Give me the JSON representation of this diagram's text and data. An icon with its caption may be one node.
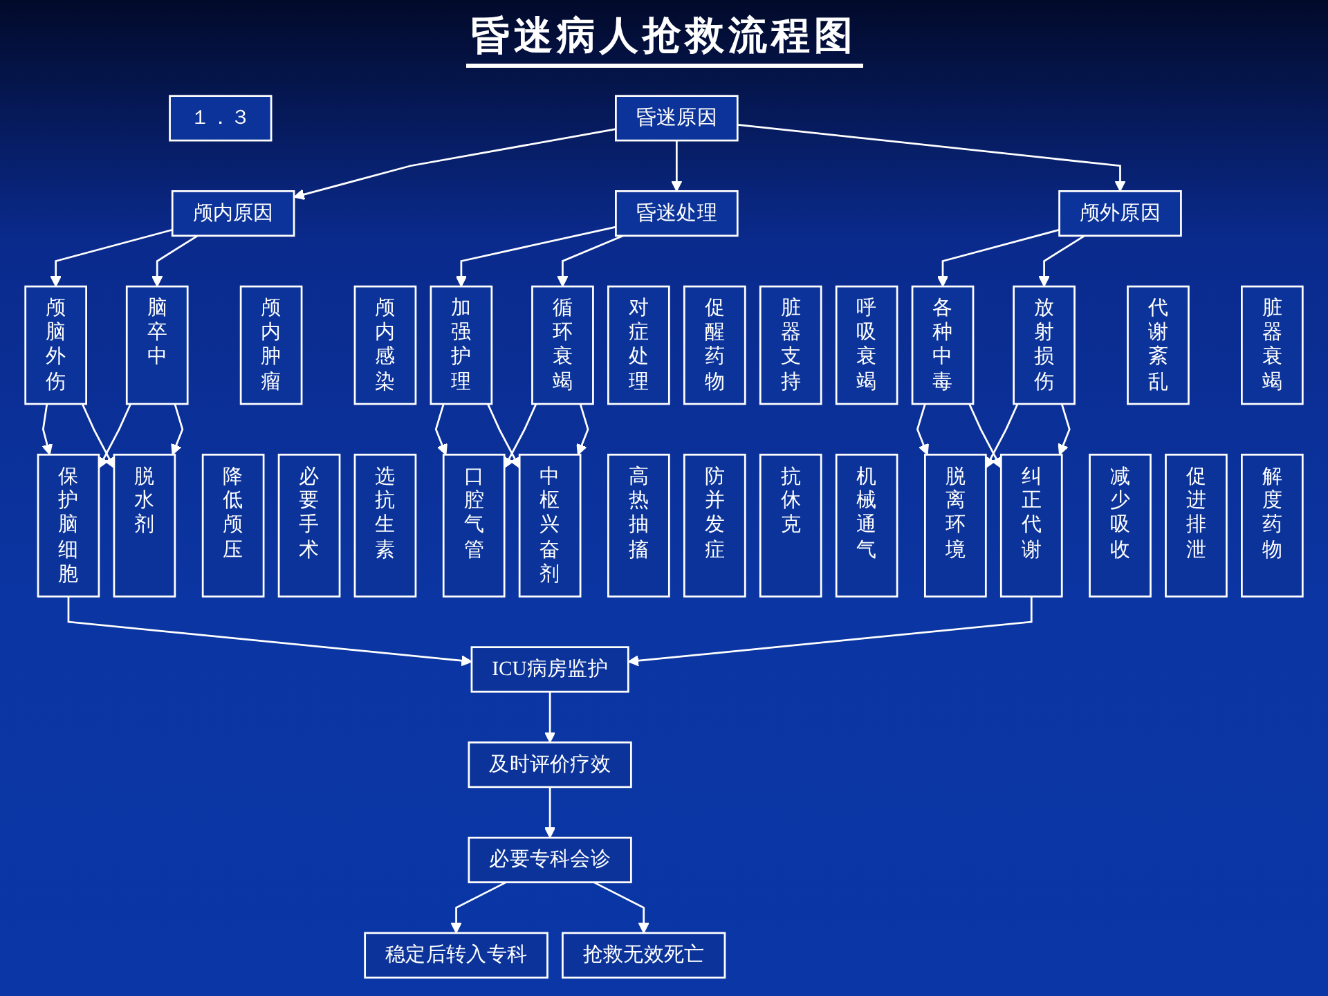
{
  "diagram": {
    "title": "昏迷病人抢救流程图",
    "nodes": [
      {
        "text": [
          "１．３"
        ]
      },
      {
        "text": [
          "昏迷原因"
        ]
      },
      {
        "text": [
          "颅内原因"
        ]
      },
      {
        "text": [
          "昏迷处理"
        ]
      },
      {
        "text": [
          "颅外原因"
        ]
      },
      {
        "text": [
          "颅脑外伤"
        ]
      },
      {
        "text": [
          "颅内肿瘤"
        ]
      },
      {
        "text": [
          "颅内感染"
        ]
      },
      {
        "text": [
          "脑卒中"
        ]
      },
      {
        "text": [
          "加强护理"
        ]
      },
      {
        "text": [
          "对症处理"
        ]
      },
      {
        "text": [
          "促醒药物"
        ]
      },
      {
        "text": [
          "脏器支持"
        ]
      },
      {
        "text": [
          "呼吸衰竭"
        ]
      },
      {
        "text": [
          "循环衰竭"
        ]
      },
      {
        "text": [
          "各种中毒"
        ]
      },
      {
        "text": [
          "代谢紊乱"
        ]
      },
      {
        "text": [
          "脏器衰竭"
        ]
      },
      {
        "text": [
          "放射损伤"
        ]
      },
      {
        "text": [
          "保护脑细胞"
        ]
      },
      {
        "text": [
          "降低颅压"
        ]
      },
      {
        "text": [
          "必要手术"
        ]
      },
      {
        "text": [
          "选抗生素"
        ]
      },
      {
        "text": [
          "脱水剂"
        ]
      },
      {
        "text": [
          "口腔气管"
        ]
      },
      {
        "text": [
          "高热抽搐"
        ]
      },
      {
        "text": [
          "防并发症"
        ]
      },
      {
        "text": [
          "抗休克"
        ]
      },
      {
        "text": [
          "机械通气"
        ]
      },
      {
        "text": [
          "中枢兴奋剂"
        ]
      },
      {
        "text": [
          "脱离环境"
        ]
      },
      {
        "text": [
          "减少吸收"
        ]
      },
      {
        "text": [
          "促进排泄"
        ]
      },
      {
        "text": [
          "解度药物"
        ]
      },
      {
        "text": [
          "纠正代谢"
        ]
      },
      {
        "text": [
          "ICU病房监护"
        ]
      },
      {
        "text": [
          "及时评价疗效"
        ]
      },
      {
        "text": [
          "稳定后转入专科"
        ]
      },
      {
        "text": [
          "必要专科会诊"
        ]
      },
      {
        "text": [
          "抢救无效死亡"
        ]
      }
    ],
    "edges": [
      {
        "from": 1,
        "to": 2,
        "arrow": "to"
      },
      {
        "from": 1,
        "to": 3,
        "arrow": "to"
      },
      {
        "from": 1,
        "to": 4,
        "arrow": "to"
      },
      {
        "from": 2,
        "to": 5,
        "arrow": "to"
      },
      {
        "from": 2,
        "to": 8,
        "arrow": "to"
      },
      {
        "from": 3,
        "to": 9,
        "arrow": "to"
      },
      {
        "from": 3,
        "to": 14,
        "arrow": "to"
      },
      {
        "from": 4,
        "to": 15,
        "arrow": "to"
      },
      {
        "from": 4,
        "to": 18,
        "arrow": "to"
      },
      {
        "from": 5,
        "to": 19,
        "arrow": "to"
      },
      {
        "from": 5,
        "to": 23,
        "arrow": "to"
      },
      {
        "from": 8,
        "to": 19,
        "arrow": "to"
      },
      {
        "from": 8,
        "to": 23,
        "arrow": "to"
      },
      {
        "from": 9,
        "to": 24,
        "arrow": "to"
      },
      {
        "from": 9,
        "to": 29,
        "arrow": "to"
      },
      {
        "from": 14,
        "to": 24,
        "arrow": "to"
      },
      {
        "from": 14,
        "to": 29,
        "arrow": "to"
      },
      {
        "from": 15,
        "to": 30,
        "arrow": "to"
      },
      {
        "from": 15,
        "to": 34,
        "arrow": "to"
      },
      {
        "from": 18,
        "to": 30,
        "arrow": "to"
      },
      {
        "from": 18,
        "to": 34,
        "arrow": "to"
      },
      {
        "from": 19,
        "to": 35,
        "arrow": "to"
      },
      {
        "from": 34,
        "to": 35,
        "arrow": "to"
      },
      {
        "from": 35,
        "to": 36,
        "arrow": "to"
      },
      {
        "from": 36,
        "to": 38,
        "arrow": "to"
      },
      {
        "from": 38,
        "to": 37,
        "arrow": "to"
      },
      {
        "from": 38,
        "to": 39,
        "arrow": "to"
      }
    ]
  }
}
